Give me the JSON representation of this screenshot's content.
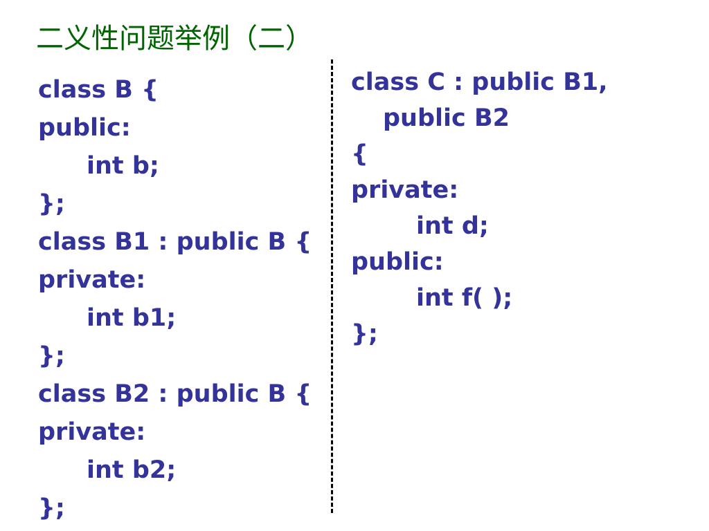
{
  "slide": {
    "title": "二义性问题举例（二）"
  },
  "left_code": {
    "lines": [
      {
        "text": "class B {",
        "indent": 0
      },
      {
        "text": "public:",
        "indent": 0
      },
      {
        "text": "int b;",
        "indent": 1
      },
      {
        "text": "};",
        "indent": 0
      },
      {
        "text": "class B1 : public B {",
        "indent": 0
      },
      {
        "text": "private:",
        "indent": 0
      },
      {
        "text": "int b1;",
        "indent": 1
      },
      {
        "text": "};",
        "indent": 0
      },
      {
        "text": "class B2 : public B {",
        "indent": 0
      },
      {
        "text": "private:",
        "indent": 0
      },
      {
        "text": "int b2;",
        "indent": 1
      },
      {
        "text": "};",
        "indent": 0
      }
    ]
  },
  "right_code": {
    "lines": [
      {
        "text": "class C : public B1,",
        "indent": 0
      },
      {
        "text": "public B2",
        "indent": 1
      },
      {
        "text": "{",
        "indent": 0
      },
      {
        "text": "private:",
        "indent": 0
      },
      {
        "text": "int d;",
        "indent": 2
      },
      {
        "text": "public:",
        "indent": 0
      },
      {
        "text": "int f( );",
        "indent": 2
      },
      {
        "text": "};",
        "indent": 0
      }
    ]
  },
  "colors": {
    "title": "#006400",
    "code": "#333399",
    "divider": "#000000",
    "background": "#ffffff"
  }
}
